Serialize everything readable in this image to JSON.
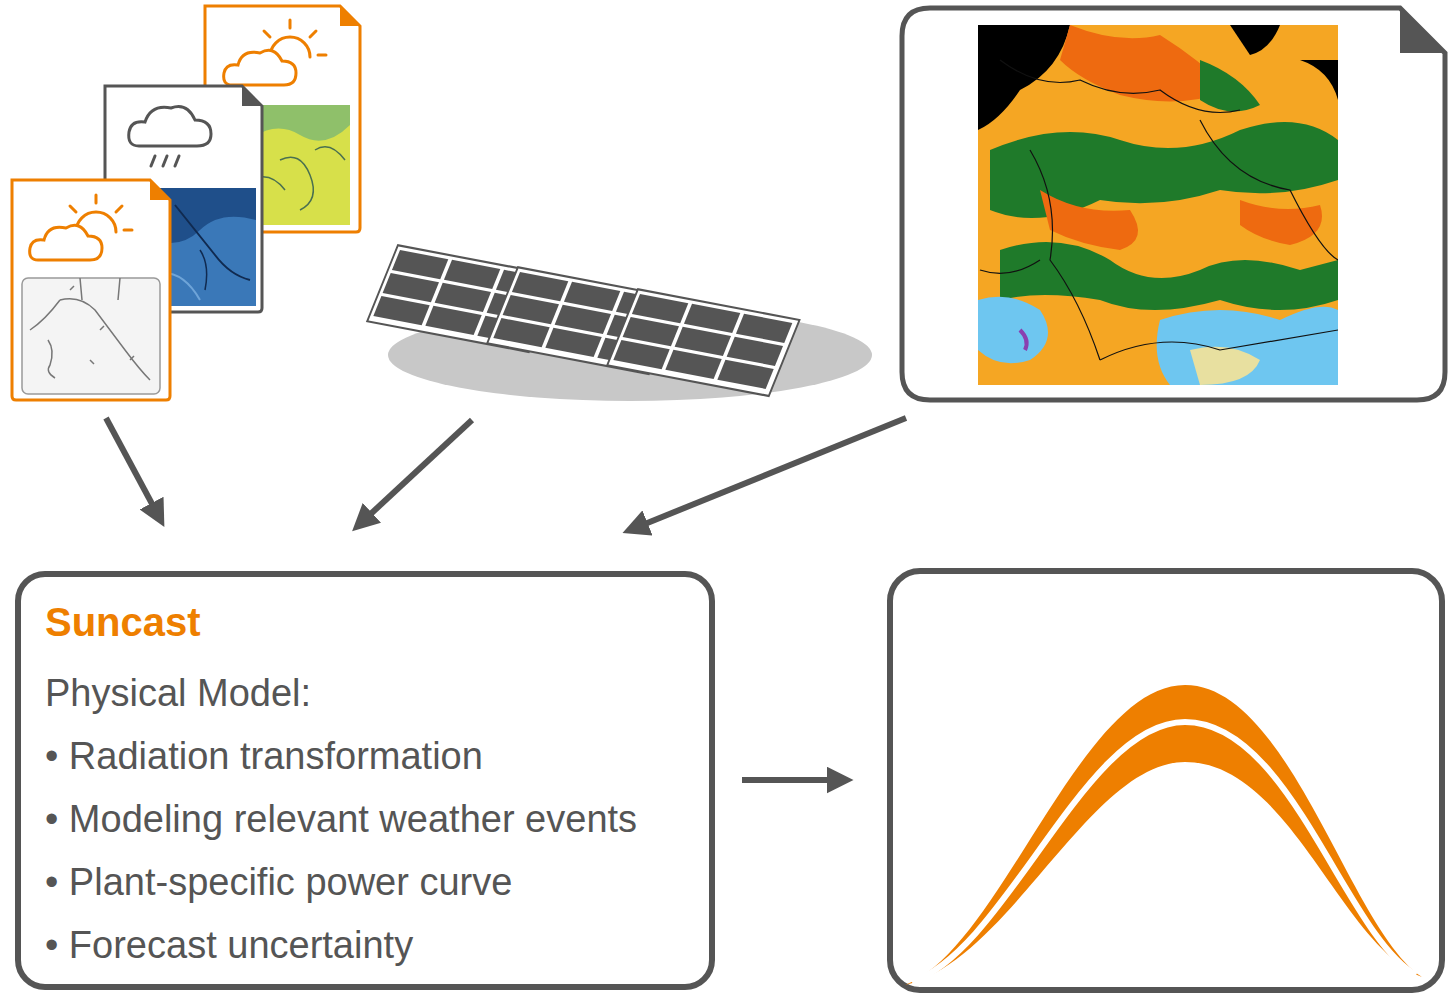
{
  "diagram": {
    "nodes": [
      {
        "text": [
          "Suncast",
          "Physical Model:",
          "• Radiation transformation",
          "• Modeling relevant weather events",
          "• Plant-specific power curve",
          "• Forecast uncertainty"
        ]
      }
    ]
  }
}
